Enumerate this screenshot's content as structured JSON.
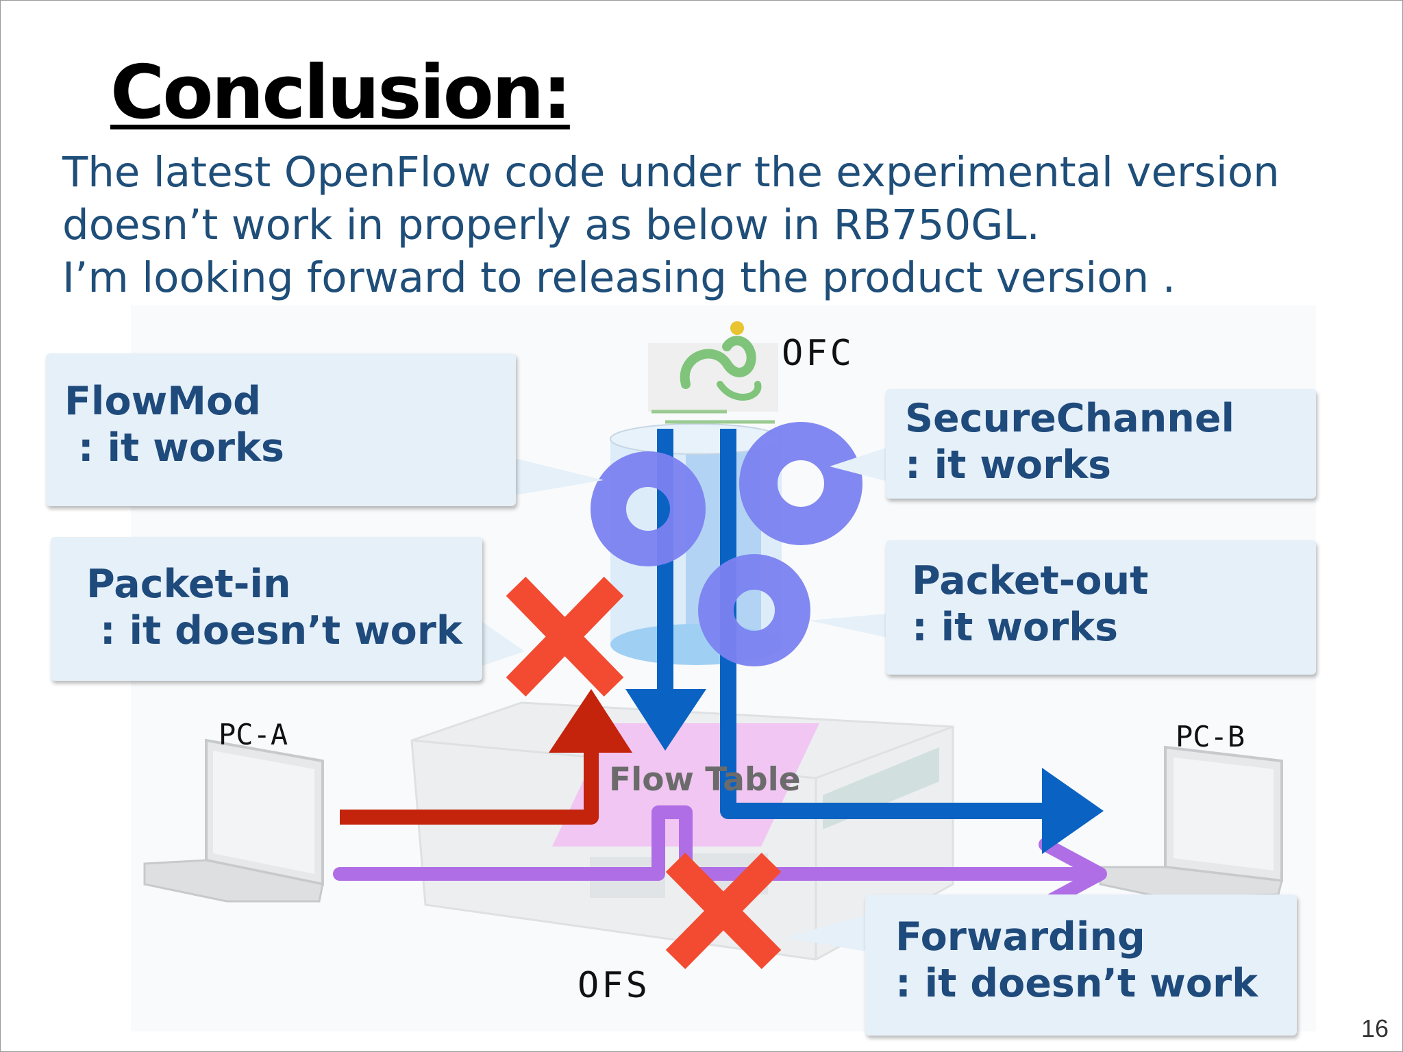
{
  "slide": {
    "title": "Conclusion:",
    "body_lines": [
      "The latest OpenFlow code under the experimental version",
      "doesn’t work in properly as below in RB750GL.",
      "I’m looking forward to releasing the product version ."
    ],
    "page_number": "16"
  },
  "diagram": {
    "labels": {
      "controller": "OFC",
      "switch": "OFS",
      "host_a": "PC-A",
      "host_b": "PC-B",
      "flow_table": "Flow Table"
    },
    "callouts": [
      {
        "id": "flowmod",
        "text": "FlowMod\n : it works",
        "status": "works"
      },
      {
        "id": "securechannel",
        "text": "SecureChannel\n: it works",
        "status": "works"
      },
      {
        "id": "packet-in",
        "text": "Packet-in\n : it doesn’t work",
        "status": "fails"
      },
      {
        "id": "packet-out",
        "text": "Packet-out\n: it works",
        "status": "works"
      },
      {
        "id": "forwarding",
        "text": "Forwarding\n: it doesn’t work",
        "status": "fails"
      }
    ],
    "colors": {
      "works_mark": "#7b82f0",
      "fail_mark": "#f24b32",
      "control_arrow": "#0a63c2",
      "packet_in_arrow": "#c4230c",
      "data_arrow": "#b06ee6",
      "callout_text": "#1f4a7c",
      "callout_bg": "#e6f0f8",
      "body_text": "#1f4e79"
    },
    "icons": [
      "dragon-logo-icon",
      "laptop-icon",
      "router-icon",
      "check-circle-icon",
      "cross-icon"
    ]
  }
}
